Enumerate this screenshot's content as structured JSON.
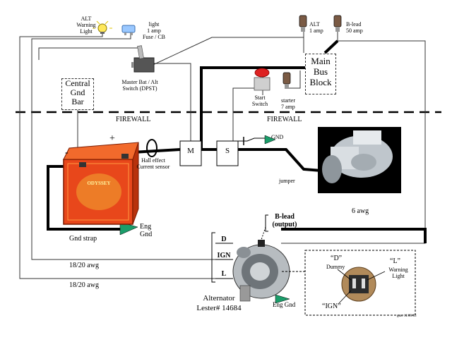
{
  "labels": {
    "alt_warning_light": [
      "ALT",
      "Warning",
      "Light"
    ],
    "light_fuse": [
      "light",
      "1 amp",
      "Fuse / CB"
    ],
    "alt_fuse": [
      "ALT",
      "1 amp"
    ],
    "blead_fuse": [
      "B-lead",
      "50 amp"
    ],
    "master_switch": [
      "Master Bat / Alt",
      "Switch (DPST)"
    ],
    "central_gnd_bar": [
      "Central",
      "Gnd",
      "Bar"
    ],
    "main_bus_block": [
      "Main",
      "Bus",
      "Block"
    ],
    "start_switch": [
      "Start",
      "Switch"
    ],
    "starter_fuse": [
      "starter",
      "7 amp"
    ],
    "firewall_left": "FIREWALL",
    "firewall_right": "FIREWALL",
    "gnd": "GND",
    "hall_sensor": [
      "Hall effect",
      "Current sensor"
    ],
    "jumper": "jumper",
    "relay_m": "M",
    "relay_s": "S",
    "plus": "+",
    "minus": "-",
    "eng_gnd_1": [
      "Eng",
      "Gnd"
    ],
    "gnd_strap": "Gnd strap",
    "six_awg": "6 awg",
    "blead_output": [
      "B-lead",
      "(output)"
    ],
    "terminal_d": "D",
    "terminal_ign": "IGN",
    "terminal_l": "L",
    "awg_1": "18/20 awg",
    "awg_2": "18/20 awg",
    "alternator": [
      "Alternator",
      "Lester# 14684"
    ],
    "eng_gnd_2": "Eng Gnd",
    "plug_d": "“D”",
    "plug_dummy": "Dummy",
    "plug_l": "“L”",
    "plug_warning": [
      "Warning",
      "Light"
    ],
    "plug_ign": "“IGN”",
    "credit": "gmc 11/09/03"
  },
  "icons": [
    "lightbulb-icon",
    "fuse-icon",
    "toggle-switch-icon",
    "push-button-icon",
    "battery-icon",
    "starter-motor-icon",
    "alternator-icon",
    "ground-arrow-icon"
  ]
}
